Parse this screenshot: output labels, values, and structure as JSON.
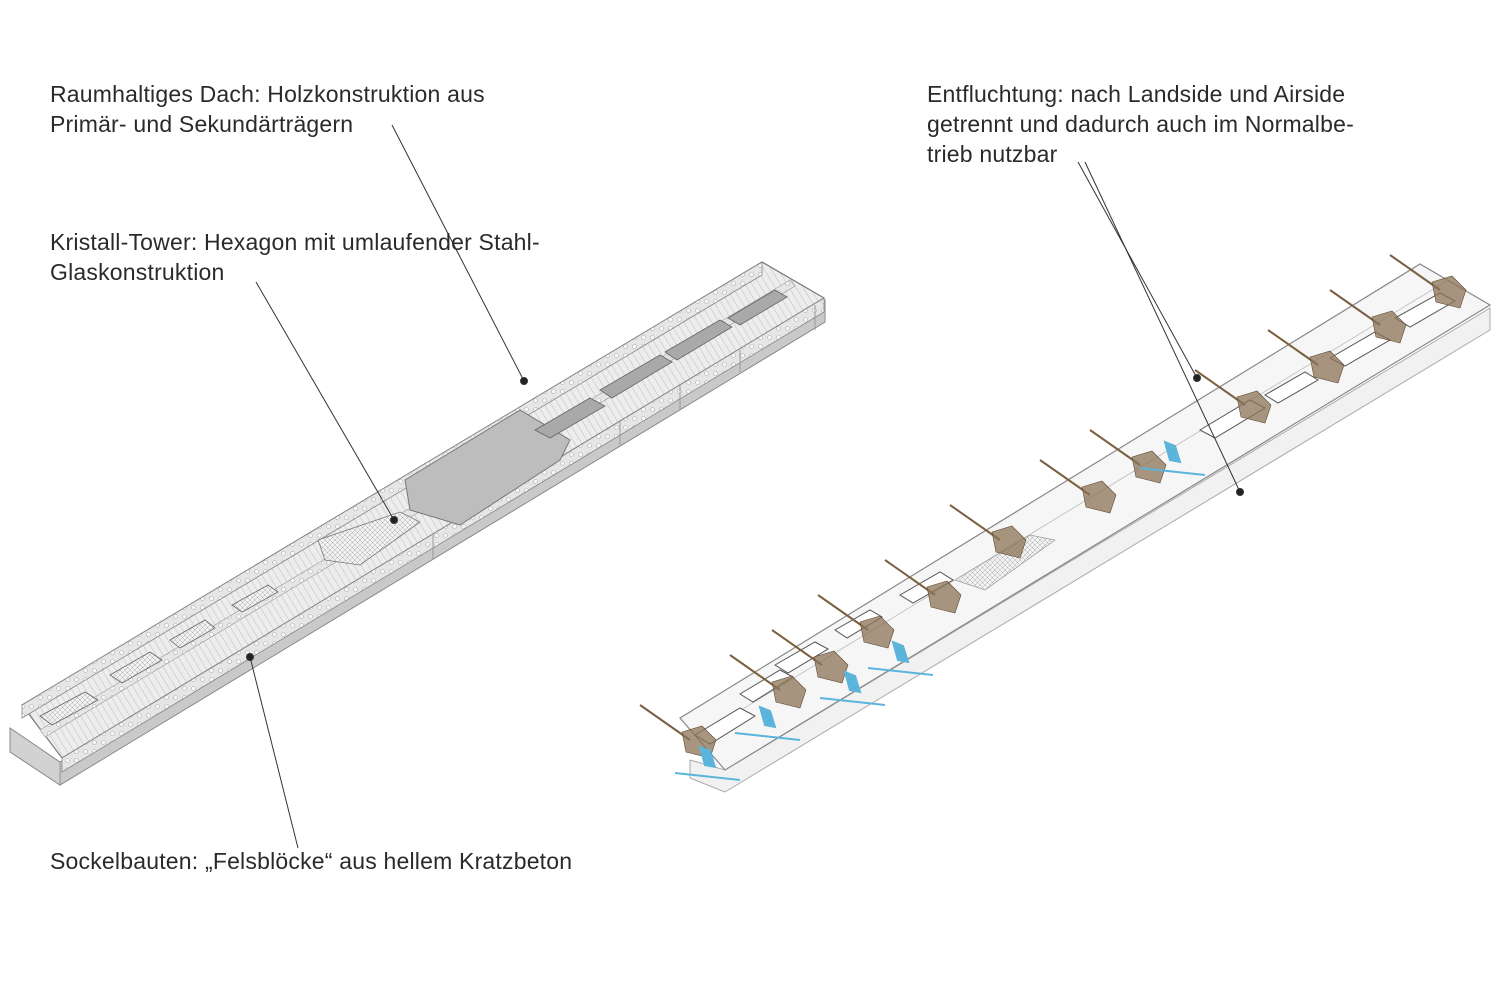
{
  "left_diagram": {
    "annotations": [
      {
        "lines": [
          "Raumhaltiges Dach: Holzkonstruktion aus",
          "Primär- und Sekundärträgern"
        ]
      },
      {
        "lines": [
          "Kristall-Tower: Hexagon mit umlaufender Stahl-",
          "Glaskonstruktion"
        ]
      },
      {
        "lines": [
          "Sockelbauten: „Felsblöcke“ aus hellem Kratzbeton"
        ]
      }
    ]
  },
  "right_diagram": {
    "annotations": [
      {
        "lines": [
          "Entfluchtung: nach Landside und Airside",
          "getrennt und dadurch auch im Normalbe-",
          "trieb nutzbar"
        ]
      }
    ]
  },
  "colors": {
    "text": "#2a2a2a",
    "structure": "#9a9a9a",
    "escape_stair": "#8b7355",
    "escape_route_blue": "#5bb4dc"
  }
}
